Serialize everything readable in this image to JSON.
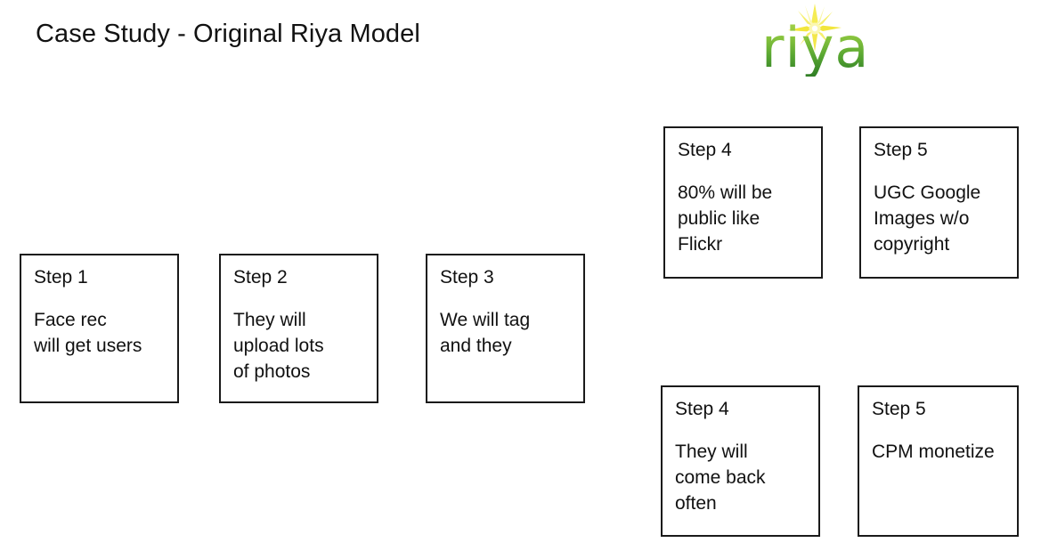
{
  "slide": {
    "title": "Case Study - Original Riya Model",
    "background_color": "#ffffff",
    "text_color": "#111111",
    "box_border_color": "#1a1a1a"
  },
  "logo": {
    "wordmark": "riya",
    "star_icon": "starburst-icon",
    "gradient_top_color": "#a9d24b",
    "gradient_bottom_color": "#2f7d26",
    "star_color": "#f2e63c"
  },
  "boxes": [
    {
      "id": "step-1",
      "heading": "Step 1",
      "body": "Face rec\nwill get users"
    },
    {
      "id": "step-2",
      "heading": "Step 2",
      "body": "They will\nupload lots\nof photos"
    },
    {
      "id": "step-3",
      "heading": "Step 3",
      "body": "We will tag\nand they"
    },
    {
      "id": "step-4-top",
      "heading": "Step 4",
      "body": "80% will be\npublic like\nFlickr"
    },
    {
      "id": "step-5-top",
      "heading": "Step 5",
      "body": "UGC Google\nImages w/o\ncopyright"
    },
    {
      "id": "step-4-bottom",
      "heading": "Step 4",
      "body": "They will\ncome back\noften"
    },
    {
      "id": "step-5-bottom",
      "heading": "Step 5",
      "body": "CPM monetize"
    }
  ]
}
